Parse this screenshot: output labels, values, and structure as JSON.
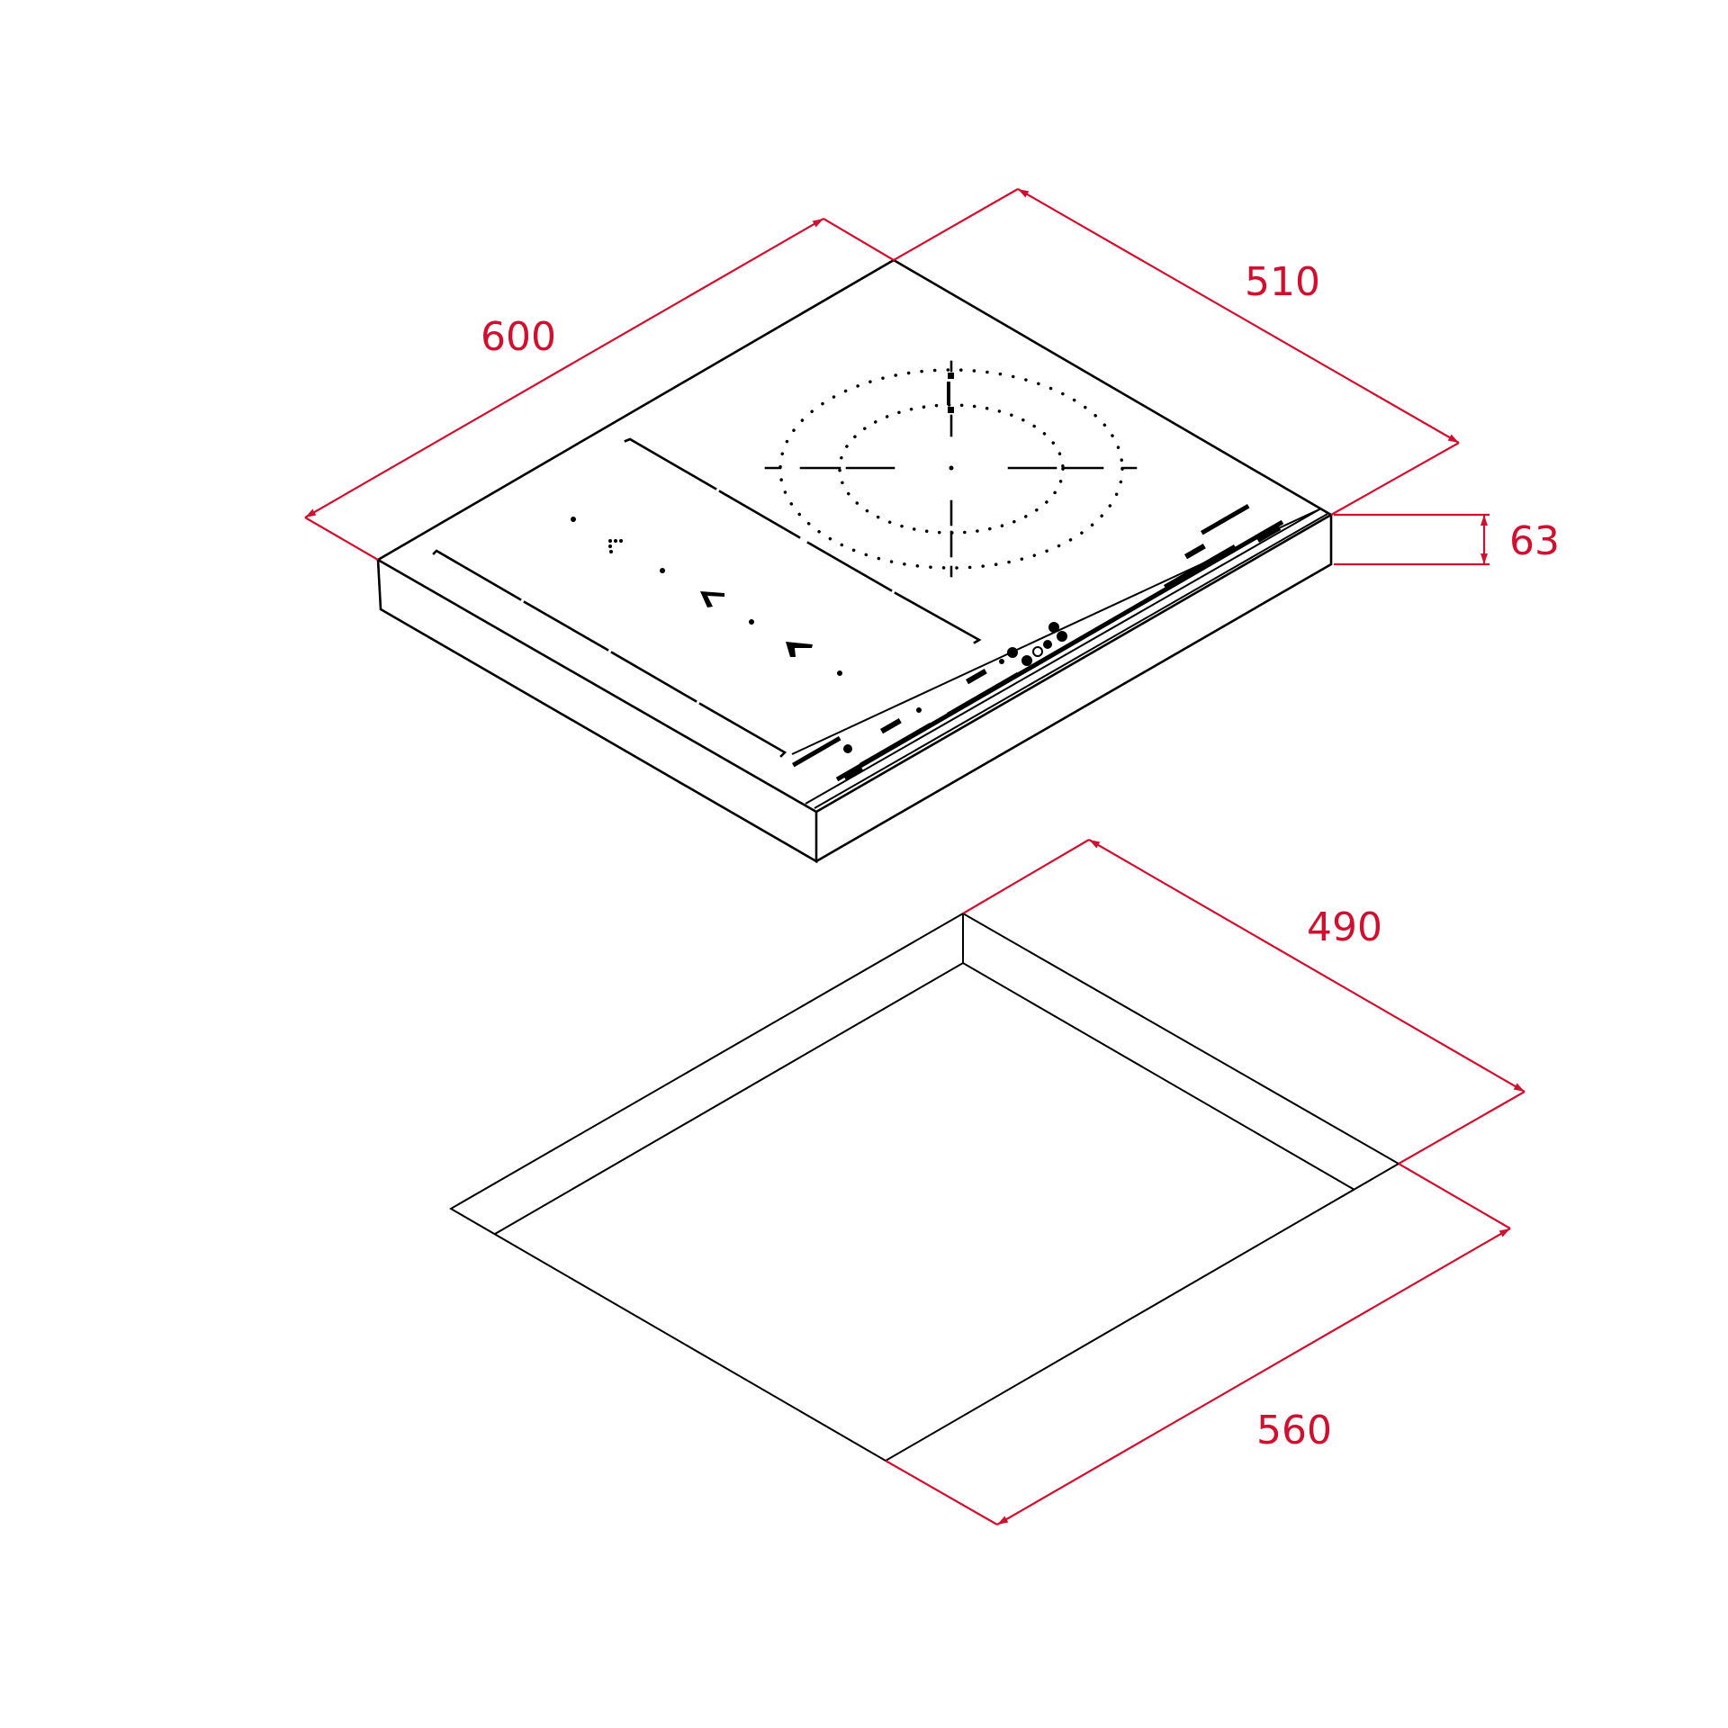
{
  "drawing": {
    "type": "isometric installation diagram",
    "subject": "built-in induction hob and countertop cut-out",
    "colors": {
      "outline": "#000000",
      "dimension": "#d0102e",
      "background": "#ffffff"
    }
  },
  "hob": {
    "dimensions": {
      "width": {
        "value": "600",
        "unit": "mm"
      },
      "depth": {
        "value": "510",
        "unit": "mm"
      },
      "height": {
        "value": "63",
        "unit": "mm"
      }
    },
    "cooking_zones": [
      {
        "name": "flex-zone-left",
        "shape": "rectangular",
        "markers": [
          "dot",
          "dotted-corner",
          "dot",
          "chevron",
          "dot",
          "chevron",
          "dot"
        ]
      },
      {
        "name": "round-zone-right",
        "shape": "dual-ring circular",
        "rings": 2
      }
    ],
    "control_panel": {
      "position": "front edge",
      "buttons": "touch sliders and round touch keys"
    }
  },
  "cutout": {
    "dimensions": {
      "depth": {
        "value": "490",
        "unit": "mm"
      },
      "width": {
        "value": "560",
        "unit": "mm"
      }
    }
  }
}
